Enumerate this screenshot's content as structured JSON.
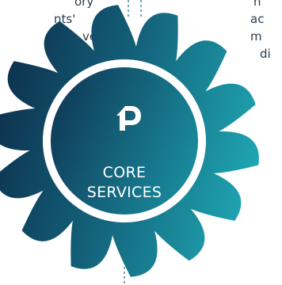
{
  "left_text": [
    "ory",
    "nts'",
    "ve."
  ],
  "right_text": [
    "n",
    "ac",
    "m",
    "di"
  ],
  "center": {
    "label_line1": "CORE",
    "label_line2": "SERVICES"
  },
  "logo_icon": "p-logo-icon",
  "colors": {
    "gear_dark": "#0e3552",
    "gear_light": "#1a9aa8",
    "dashed_line": "#1e6f82",
    "ring": "#ffffff"
  }
}
